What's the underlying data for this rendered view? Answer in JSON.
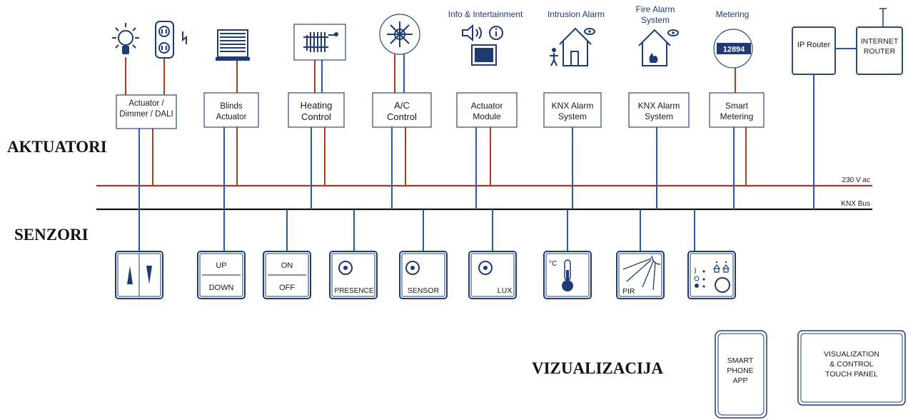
{
  "sections": {
    "actuators": "AKTUATORI",
    "sensors": "SENZORI",
    "visualization": "VIZUALIZACIJA"
  },
  "bus_labels": {
    "power": "230 V ac",
    "knx": "KNX Bus"
  },
  "top_labels": {
    "info": "Info & Intertainment",
    "intrusion": "Intrusion Alarm",
    "fire_l1": "Fire Alarm",
    "fire_l2": "System",
    "metering": "Metering",
    "meter_digits": "12894"
  },
  "routers": {
    "ip_router": "IP Router",
    "internet_l1": "INTERNET",
    "internet_l2": "ROUTER"
  },
  "actuator_boxes": [
    {
      "l1": "Actuator /",
      "l2": "Dimmer / DALI"
    },
    {
      "l1": "Blinds",
      "l2": "Actuator"
    },
    {
      "l1": "Heating",
      "l2": "Control"
    },
    {
      "l1": "A/C",
      "l2": "Control"
    },
    {
      "l1": "Actuator",
      "l2": "Module"
    },
    {
      "l1": "KNX Alarm",
      "l2": "System"
    },
    {
      "l1": "KNX Alarm",
      "l2": "System"
    },
    {
      "l1": "Smart",
      "l2": "Metering"
    }
  ],
  "sensors": {
    "up": "UP",
    "down": "DOWN",
    "on": "ON",
    "off": "OFF",
    "presence": "PRESENCE",
    "sensor": "SENSOR",
    "lux": "LUX",
    "celsius": "°C",
    "pir": "PIR"
  },
  "visual": {
    "phone_l1": "SMART",
    "phone_l2": "PHONE",
    "phone_l3": "APP",
    "panel_l1": "VISUALIZATION",
    "panel_l2": "& CONTROL",
    "panel_l3": "TOUCH PANEL"
  },
  "colors": {
    "power_line": "#a04020",
    "knx_line": "#111111",
    "device": "#1f3b73"
  }
}
